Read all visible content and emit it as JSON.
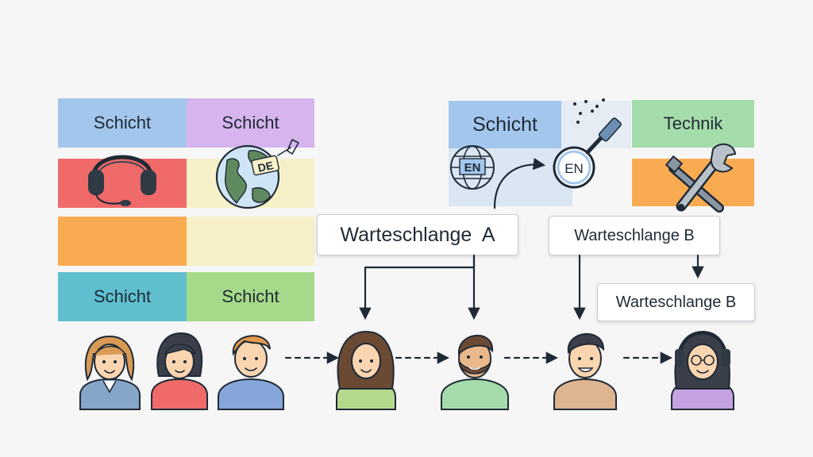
{
  "left_grid": {
    "r1c1": "Schicht",
    "r1c2": "Schicht",
    "r4c1": "Schicht",
    "r4c2": "Schicht",
    "globe_tag": "DE"
  },
  "right_grid": {
    "schicht": "Schicht",
    "technik": "Technik",
    "globe_tag": "EN",
    "magnifier_tag": "EN"
  },
  "queues": {
    "a": "Warteschlange  A",
    "b1": "Warteschlange B",
    "b2": "Warteschlange B"
  },
  "colors": {
    "blue": "#a3c6ec",
    "purple": "#d6b4ee",
    "red": "#f06a6a",
    "yellow": "#f6f0c8",
    "orange": "#f9ab52",
    "teal": "#5fbfcf",
    "green": "#a6d989",
    "mint": "#a5dcab",
    "light_blue": "#dbe6f3",
    "ink": "#1f2a36"
  },
  "icons": [
    "headset-icon",
    "globe-icon",
    "magnifier-icon",
    "tools-icon",
    "agent-avatar"
  ]
}
